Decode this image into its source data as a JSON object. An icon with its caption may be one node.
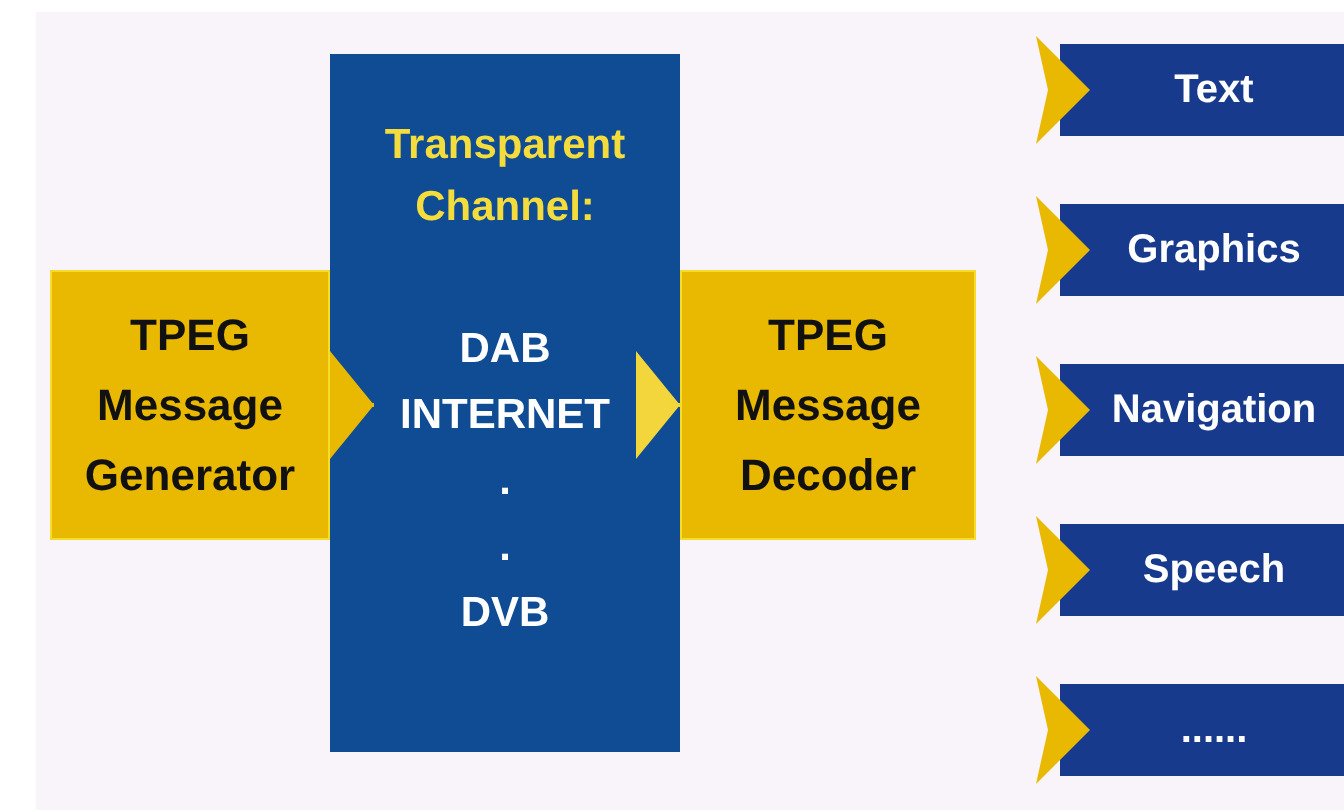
{
  "diagram": {
    "nodes": [
      {
        "text": [
          "TPEG Message Generator"
        ]
      },
      {
        "text": [
          "Transparent Channel:",
          "DAB",
          "INTERNET",
          ".",
          ".",
          "DVB"
        ]
      },
      {
        "text": [
          "TPEG Message Decoder"
        ]
      },
      {
        "text": [
          "Text"
        ]
      },
      {
        "text": [
          "Graphics"
        ]
      },
      {
        "text": [
          "Navigation"
        ]
      },
      {
        "text": [
          "Speech"
        ]
      },
      {
        "text": [
          "......"
        ]
      }
    ],
    "edges": [
      {
        "from": 0,
        "to": 1,
        "arrow": "to"
      },
      {
        "from": 1,
        "to": 2,
        "arrow": "to",
        "color": "#f3d53c"
      }
    ]
  }
}
